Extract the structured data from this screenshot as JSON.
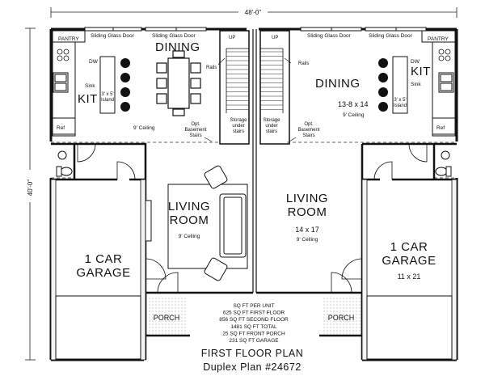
{
  "dimensions": {
    "width": "48'-0\"",
    "depth": "40'-0\""
  },
  "left_unit": {
    "pantry": "PANTRY",
    "sliding_door_1": "Sliding Glass Door",
    "sliding_door_2": "Sliding Glass Door",
    "dining": "DINING",
    "kit": "KIT",
    "dw": "DW",
    "sink": "Sink",
    "island": "3' x 5' Island",
    "ref": "Ref",
    "ceiling": "9' Ceiling",
    "up": "UP",
    "rails": "Rails",
    "storage": "Storage under stairs",
    "basement": "Opt. Basement Stairs",
    "living": "LIVING ROOM",
    "living_ceiling": "9' Ceiling",
    "garage": "1 CAR GARAGE",
    "porch": "PORCH"
  },
  "right_unit": {
    "pantry": "PANTRY",
    "sliding_door_1": "Sliding Glass Door",
    "sliding_door_2": "Sliding Glass Door",
    "dining": "DINING",
    "dining_size": "13-8 x 14",
    "dining_ceiling": "9' Ceiling",
    "kit": "KIT",
    "dw": "DW",
    "sink": "Sink",
    "island": "3' x 5' Island",
    "ref": "Ref",
    "up": "UP",
    "rails": "Rails",
    "storage": "Storage under stairs",
    "basement": "Opt. Basement Stairs",
    "living": "LIVING ROOM",
    "living_size": "14 x 17",
    "living_ceiling": "9' Ceiling",
    "garage": "1 CAR GARAGE",
    "garage_size": "11 x 21",
    "porch": "PORCH"
  },
  "stats": [
    "SQ FT PER UNIT",
    "625 SQ FT FIRST FLOOR",
    "856 SQ FT SECOND FLOOR",
    "1481 SQ FT TOTAL",
    "25 SQ FT FRONT PORCH",
    "231 SQ FT GARAGE"
  ],
  "title": "FIRST FLOOR PLAN",
  "subtitle": "Duplex Plan #24672"
}
